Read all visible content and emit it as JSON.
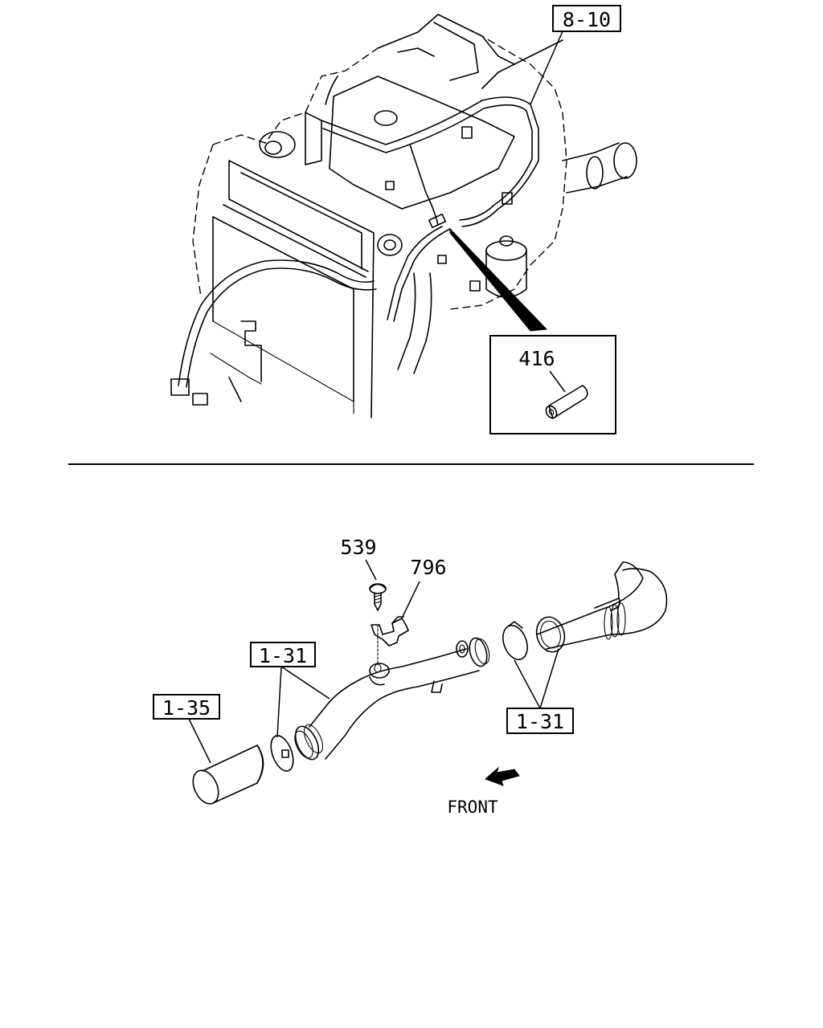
{
  "callouts": {
    "ref_8_10": "8-10",
    "part_416": "416",
    "part_539": "539",
    "part_796": "796",
    "ref_1_31_upper": "1-31",
    "ref_1_35": "1-35",
    "ref_1_31_lower": "1-31"
  },
  "direction_label": "FRONT"
}
